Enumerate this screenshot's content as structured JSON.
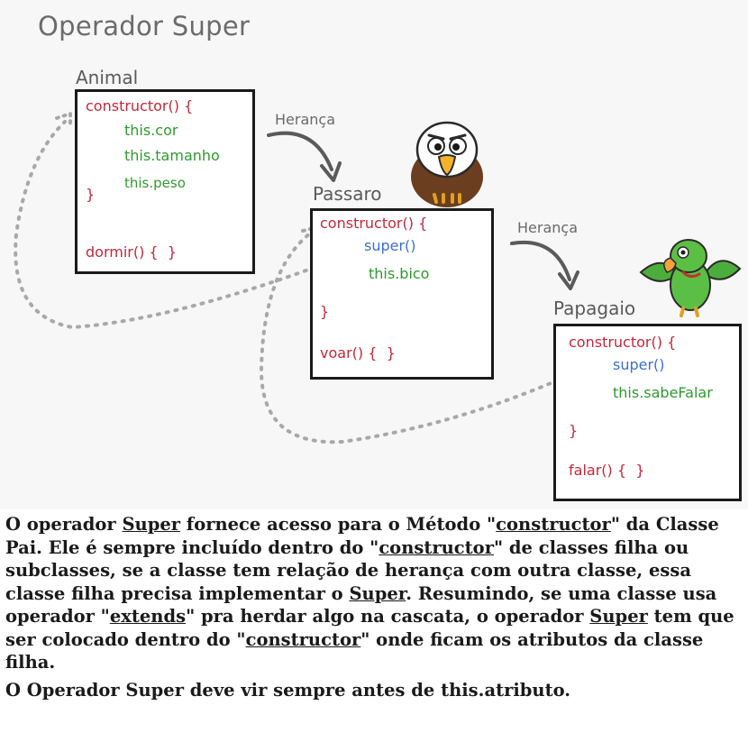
{
  "figure": {
    "title": "Operador Super",
    "classes": {
      "animal": {
        "name": "Animal",
        "lines": [
          "constructor() {",
          "this.cor",
          "this.tamanho",
          "this.peso",
          "}",
          "dormir() {  }"
        ]
      },
      "passaro": {
        "name": "Passaro",
        "lines": [
          "constructor() {",
          "super()",
          "this.bico",
          "}",
          "voar() {  }"
        ]
      },
      "papagaio": {
        "name": "Papagaio",
        "lines": [
          "constructor() {",
          "super()",
          "this.sabeFalar",
          "}",
          "falar() {  }"
        ]
      }
    },
    "arrows": [
      "Herança",
      "Herança"
    ],
    "illustrations": [
      "eagle-cartoon",
      "parrot-cartoon"
    ]
  },
  "caption": {
    "p1": {
      "t1": "O operador ",
      "u1": "Super",
      "t2": " fornece acesso para o Método \"",
      "u2": "constructor",
      "t3": "\" da Classe Pai. Ele é sempre incluído dentro do \"",
      "u3": "constructor",
      "t4": "\" de classes filha ou subclasses, se a classe tem relação de herança com outra classe, essa classe filha precisa implementar o ",
      "u4": "Super",
      "t5": ". Resumindo, se uma classe usa operador \"",
      "u5": "extends",
      "t6": "\" pra herdar algo na cascata, o operador ",
      "u6": "Super",
      "t7": " tem que ser colocado dentro do \"",
      "u7": "constructor",
      "t8": "\" onde ficam os atributos da classe filha."
    },
    "p2": "O Operador Super deve vir sempre antes de this.atributo."
  },
  "colors": {
    "keyword": "#c4283a",
    "attribute": "#2e9a2e",
    "super_call": "#3c6fd1",
    "border": "#1a1a1a",
    "dotted": "#a8a8a8"
  }
}
